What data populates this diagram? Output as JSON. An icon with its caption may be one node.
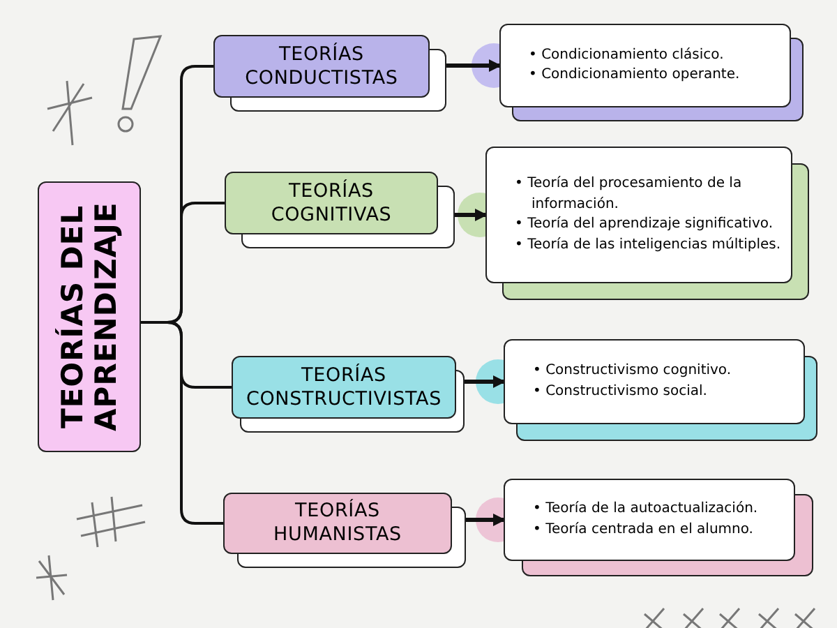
{
  "diagram": {
    "nodes": [
      {
        "text": [
          "TEORÍAS DEL APRENDIZAJE"
        ]
      },
      {
        "text": [
          "TEORÍAS CONDUCTISTAS"
        ]
      },
      {
        "text": [
          "• Condicionamiento clásico.",
          "• Condicionamiento operante."
        ]
      },
      {
        "text": [
          "TEORÍAS COGNITIVAS"
        ]
      },
      {
        "text": [
          "• Teoría del procesamiento de la información.",
          "• Teoría del aprendizaje significativo.",
          "• Teoría de las inteligencias múltiples."
        ]
      },
      {
        "text": [
          "TEORÍAS CONSTRUCTIVISTAS"
        ]
      },
      {
        "text": [
          "• Constructivismo cognitivo.",
          "• Constructivismo social."
        ]
      },
      {
        "text": [
          "TEORÍAS HUMANISTAS"
        ]
      },
      {
        "text": [
          "• Teoría de la autoactualización.",
          "• Teoría centrada en el alumno."
        ]
      }
    ],
    "edges": [
      {
        "from": 0,
        "to": 1,
        "arrow": "none"
      },
      {
        "from": 0,
        "to": 3,
        "arrow": "none"
      },
      {
        "from": 0,
        "to": 5,
        "arrow": "none"
      },
      {
        "from": 0,
        "to": 7,
        "arrow": "none"
      },
      {
        "from": 1,
        "to": 2,
        "arrow": "to"
      },
      {
        "from": 3,
        "to": 4,
        "arrow": "to"
      },
      {
        "from": 5,
        "to": 6,
        "arrow": "to"
      },
      {
        "from": 7,
        "to": 8,
        "arrow": "to"
      }
    ]
  }
}
